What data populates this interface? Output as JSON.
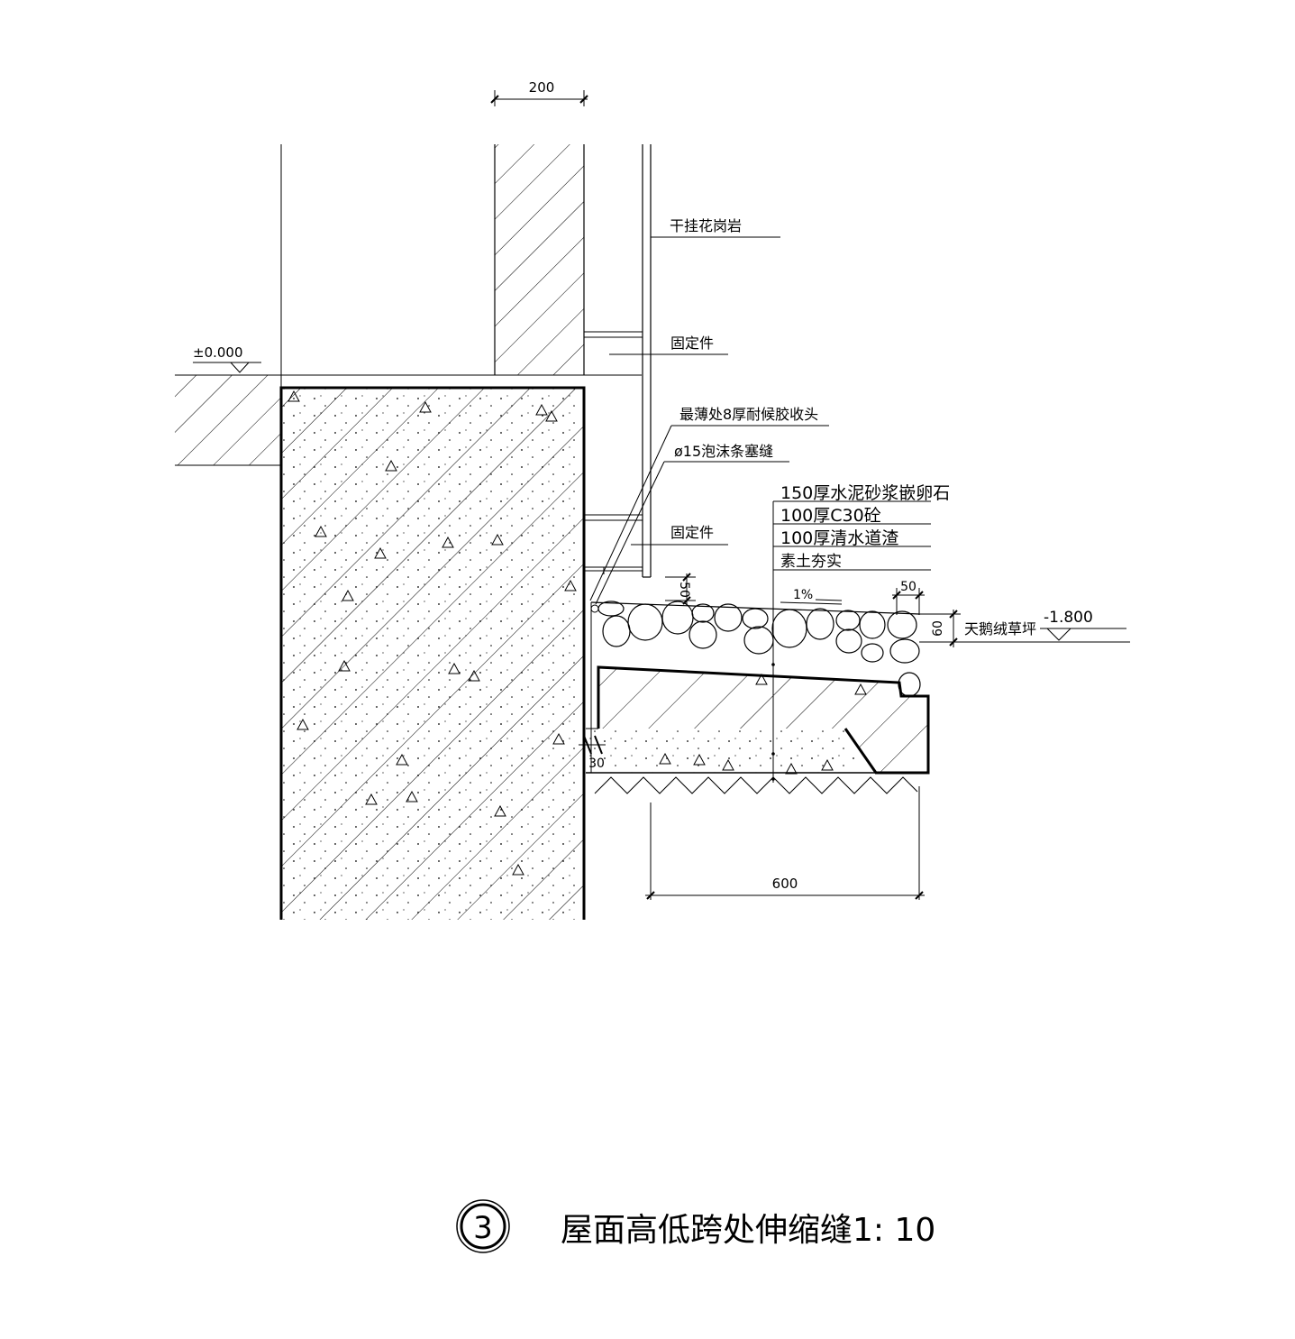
{
  "dimensions": {
    "wall_thickness": "200",
    "seal_height": "50",
    "edge_width": "50",
    "pebble_depth": "60",
    "gap": "30",
    "gutter_width": "600"
  },
  "elevations": {
    "upper": "±0.000",
    "lower": "-1.800"
  },
  "labels": {
    "granite": "干挂花岗岩",
    "fixing_1": "固定件",
    "sealant": "最薄处8厚耐候胶收头",
    "foam_rod": "ø15泡沫条塞缝",
    "layer_pebble": "150厚水泥砂浆嵌卵石",
    "layer_concrete": "100厚C30砼",
    "layer_ballast": "100厚清水道渣",
    "layer_soil": "素土夯实",
    "fixing_2": "固定件",
    "slope": "1%",
    "lawn": "天鹅绒草坪"
  },
  "title": {
    "number": "3",
    "text": "屋面高低跨处伸缩缝1: 10"
  }
}
